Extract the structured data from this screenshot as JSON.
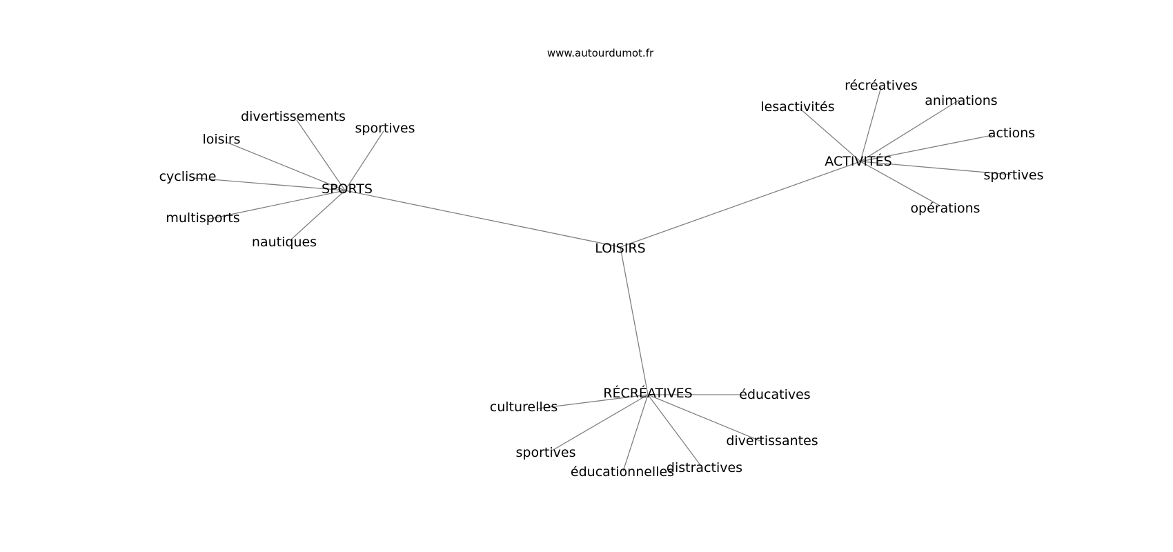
{
  "source": "www.autourdumot.fr",
  "graph": {
    "root": "LOISIRS",
    "groups": [
      {
        "label": "SPORTS",
        "children": [
          "divertissements",
          "sportives",
          "loisirs",
          "cyclisme",
          "multisports",
          "nautiques"
        ]
      },
      {
        "label": "ACTIVITÉS",
        "children": [
          "lesactivités",
          "récréatives",
          "animations",
          "actions",
          "sportives",
          "opérations"
        ]
      },
      {
        "label": "RÉCRÉATIVES",
        "children": [
          "éducatives",
          "culturelles",
          "divertissantes",
          "sportives",
          "éducationnelles",
          "distractives"
        ]
      }
    ]
  },
  "colors": {
    "edge": "#808080",
    "text": "#000000",
    "background": "#ffffff"
  }
}
